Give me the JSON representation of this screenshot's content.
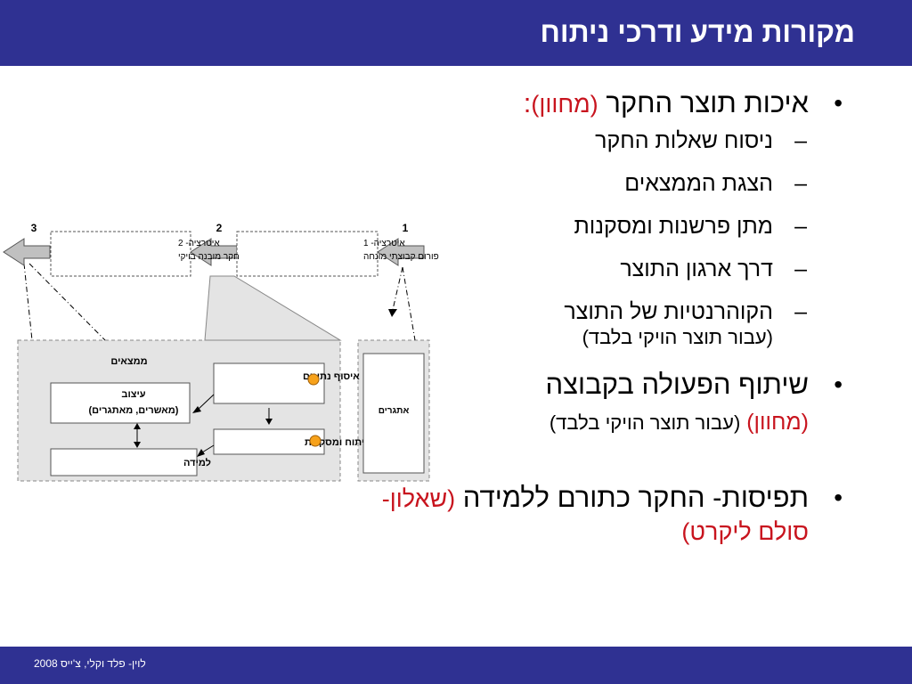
{
  "title": "מקורות מידע ודרכי ניתוח",
  "footer": "לוין- פלד וקלי, צ'ייס 2008",
  "bullets": [
    {
      "text": "איכות תוצר החקר",
      "tag": "(מחוון)",
      "suffix": ":",
      "subs": [
        {
          "text": "ניסוח שאלות החקר"
        },
        {
          "text": "הצגת הממצאים"
        },
        {
          "text": "מתן פרשנות ומסקנות"
        },
        {
          "text": "דרך ארגון התוצר"
        },
        {
          "text": "הקוהרנטיות של התוצר",
          "note": "(עבור תוצר הויקי בלבד)"
        }
      ]
    },
    {
      "text": "שיתוף הפעולה בקבוצה",
      "tag": "(מחוון)",
      "note": "(עבור תוצר הויקי בלבד)"
    },
    {
      "text": "תפיסות- החקר כתורם ללמידה",
      "tag": "(שאלון- סולם ליקרט)"
    }
  ],
  "diagram": {
    "numbers": [
      "1",
      "2",
      "3"
    ],
    "iteration1": {
      "title": "איטרציה- 1",
      "subtitle": "פורום קבוצתי מונחה"
    },
    "iteration2": {
      "title": "איטרציה- 2",
      "subtitle": "חקר מובנה בויקי"
    },
    "findings_label": "ממצאים",
    "design": {
      "title": "עיצוב",
      "subtitle": "(מאשרים, מאתגרים)"
    },
    "learning": "למידה",
    "data_collection": "איסוף נתונים",
    "analysis": "ניתוח ומסקנות",
    "challengers": "אתגרים",
    "colors": {
      "header_bg": "#2f3192",
      "accent_red": "#c8141e",
      "marker_orange": "#f7a21b",
      "panel_gray": "#e4e4e4",
      "arrow_gray": "#c0c0c0"
    }
  }
}
